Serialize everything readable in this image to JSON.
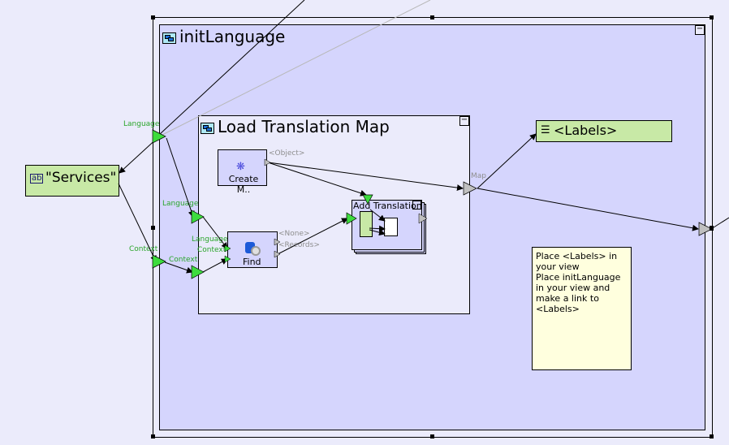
{
  "diagram": {
    "outer_container": {
      "title": "initLanguage",
      "minimize_label": "−"
    },
    "inner_container": {
      "title": "Load Translation Map",
      "minimize_label": "−"
    },
    "services_node": {
      "label": "\"Services\"",
      "icon": "string-literal-icon"
    },
    "labels_node": {
      "label": "<Labels>",
      "icon": "list-icon"
    },
    "create_block": {
      "label": "Create M..",
      "icon": "snowflake-create-icon",
      "output_label": "<Object>"
    },
    "find_block": {
      "label": "Find",
      "icon": "database-search-icon",
      "outputs": [
        "<None>",
        "<Records>"
      ],
      "inputs": [
        "Language",
        "Context"
      ]
    },
    "add_translation_block": {
      "label": "Add Translation"
    },
    "ports": {
      "outer_language": "Language",
      "outer_context": "Context",
      "inner_language": "Language",
      "inner_context": "Context",
      "map_output": "Map"
    },
    "note": {
      "text": "Place <Labels> in\nyour view\nPlace initLanguage\nin your view and\nmake a link to\n<Labels>"
    },
    "colors": {
      "background": "#ebebfb",
      "container_fill": "#d5d5fd",
      "inner_fill": "#ebebfb",
      "node_green": "#c8e9a6",
      "port_green": "#3ddc3d",
      "port_gray": "#c0c0c0",
      "note_fill": "#ffffde",
      "port_label": "#2aa52a"
    }
  }
}
